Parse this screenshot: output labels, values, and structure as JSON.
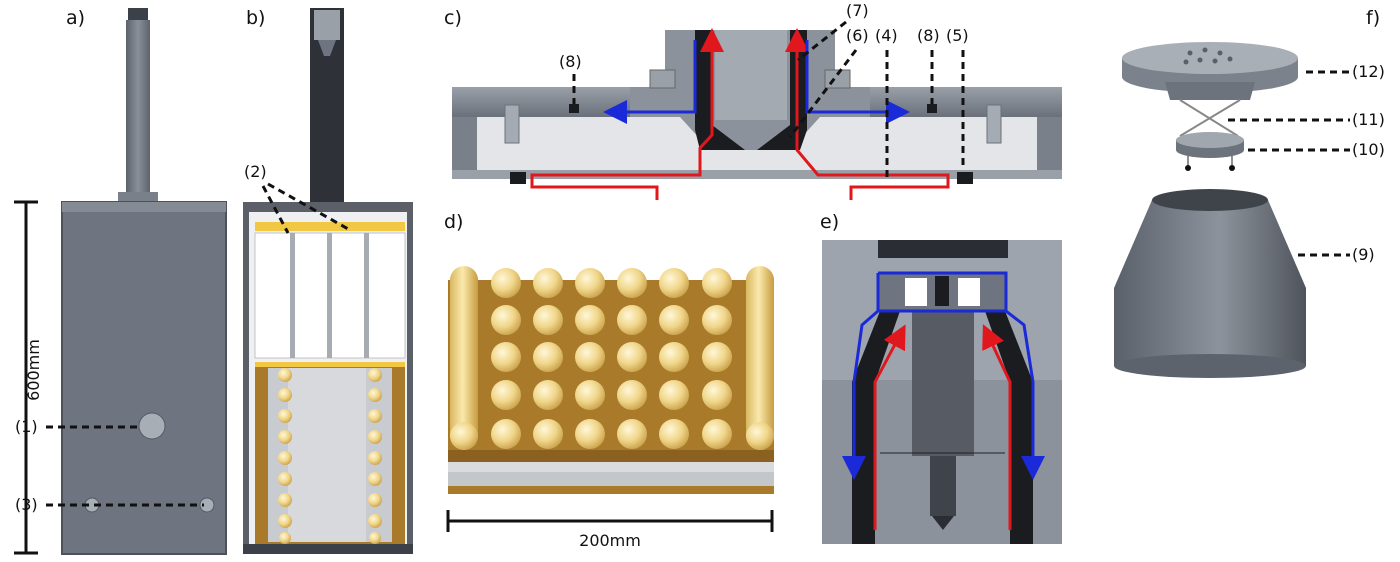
{
  "panels": {
    "a": "a)",
    "b": "b)",
    "c": "c)",
    "d": "d)",
    "e": "e)",
    "f": "f)"
  },
  "labels": {
    "l1": "(1)",
    "l2": "(2)",
    "l3": "(3)",
    "l4": "(4)",
    "l5": "(5)",
    "l6": "(6)",
    "l7": "(7)",
    "l8": "(8)",
    "l9": "(9)",
    "l10": "(10)",
    "l11": "(11)",
    "l12": "(12)"
  },
  "dimensions": {
    "height": "600mm",
    "width": "200mm"
  },
  "colors": {
    "metal": "#6e7480",
    "metal_dark": "#4c515a",
    "metal_light": "#9ba1aa",
    "gold": "#a87a2a",
    "ball": "#eed48a",
    "bar_yellow": "#f2c743",
    "flow_red": "#e0171d",
    "flow_blue": "#1b2ad8"
  }
}
